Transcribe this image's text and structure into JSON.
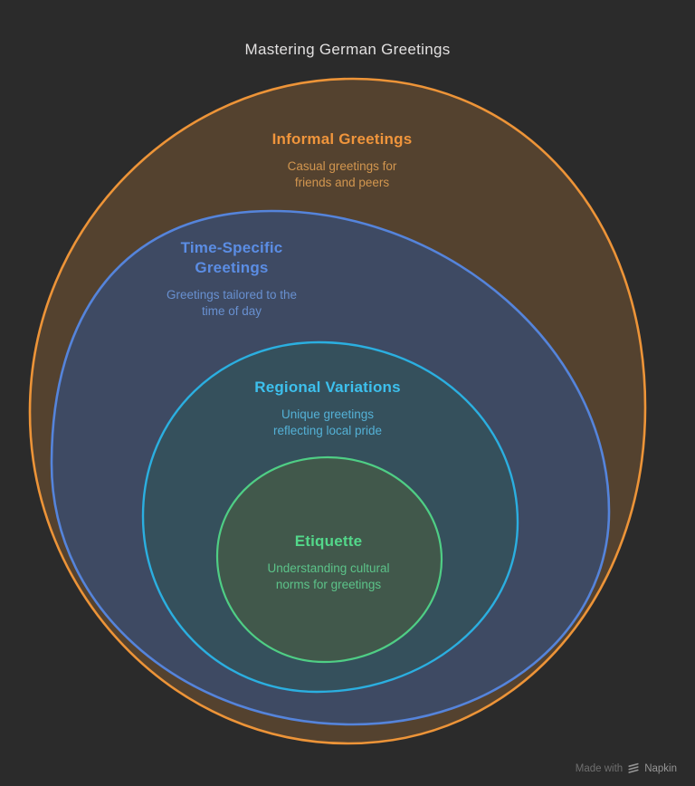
{
  "title": "Mastering German Greetings",
  "diagram": {
    "type": "nested-onion",
    "layers": [
      {
        "id": "informal-greetings",
        "heading_lines": [
          "Informal Greetings"
        ],
        "desc_lines": [
          "Casual greetings for",
          "friends and peers"
        ],
        "stroke": "#ED9438",
        "fill": "#54422F",
        "text_color": "#F0953C"
      },
      {
        "id": "time-specific-greetings",
        "heading_lines": [
          "Time-Specific",
          "Greetings"
        ],
        "desc_lines": [
          "Greetings tailored to the",
          "time of day"
        ],
        "stroke": "#5584DB",
        "fill": "#3E4A63",
        "text_color": "#5B8DE4"
      },
      {
        "id": "regional-variations",
        "heading_lines": [
          "Regional Variations"
        ],
        "desc_lines": [
          "Unique greetings",
          "reflecting local pride"
        ],
        "stroke": "#2BAFE0",
        "fill": "#35505C",
        "text_color": "#3DC0ED"
      },
      {
        "id": "etiquette",
        "heading_lines": [
          "Etiquette"
        ],
        "desc_lines": [
          "Understanding cultural",
          "norms for greetings"
        ],
        "stroke": "#4FCE85",
        "fill": "#41584B",
        "text_color": "#53D78A"
      }
    ]
  },
  "background_color": "#2B2B2B",
  "watermark": {
    "text": "Made with",
    "brand": "Napkin"
  }
}
